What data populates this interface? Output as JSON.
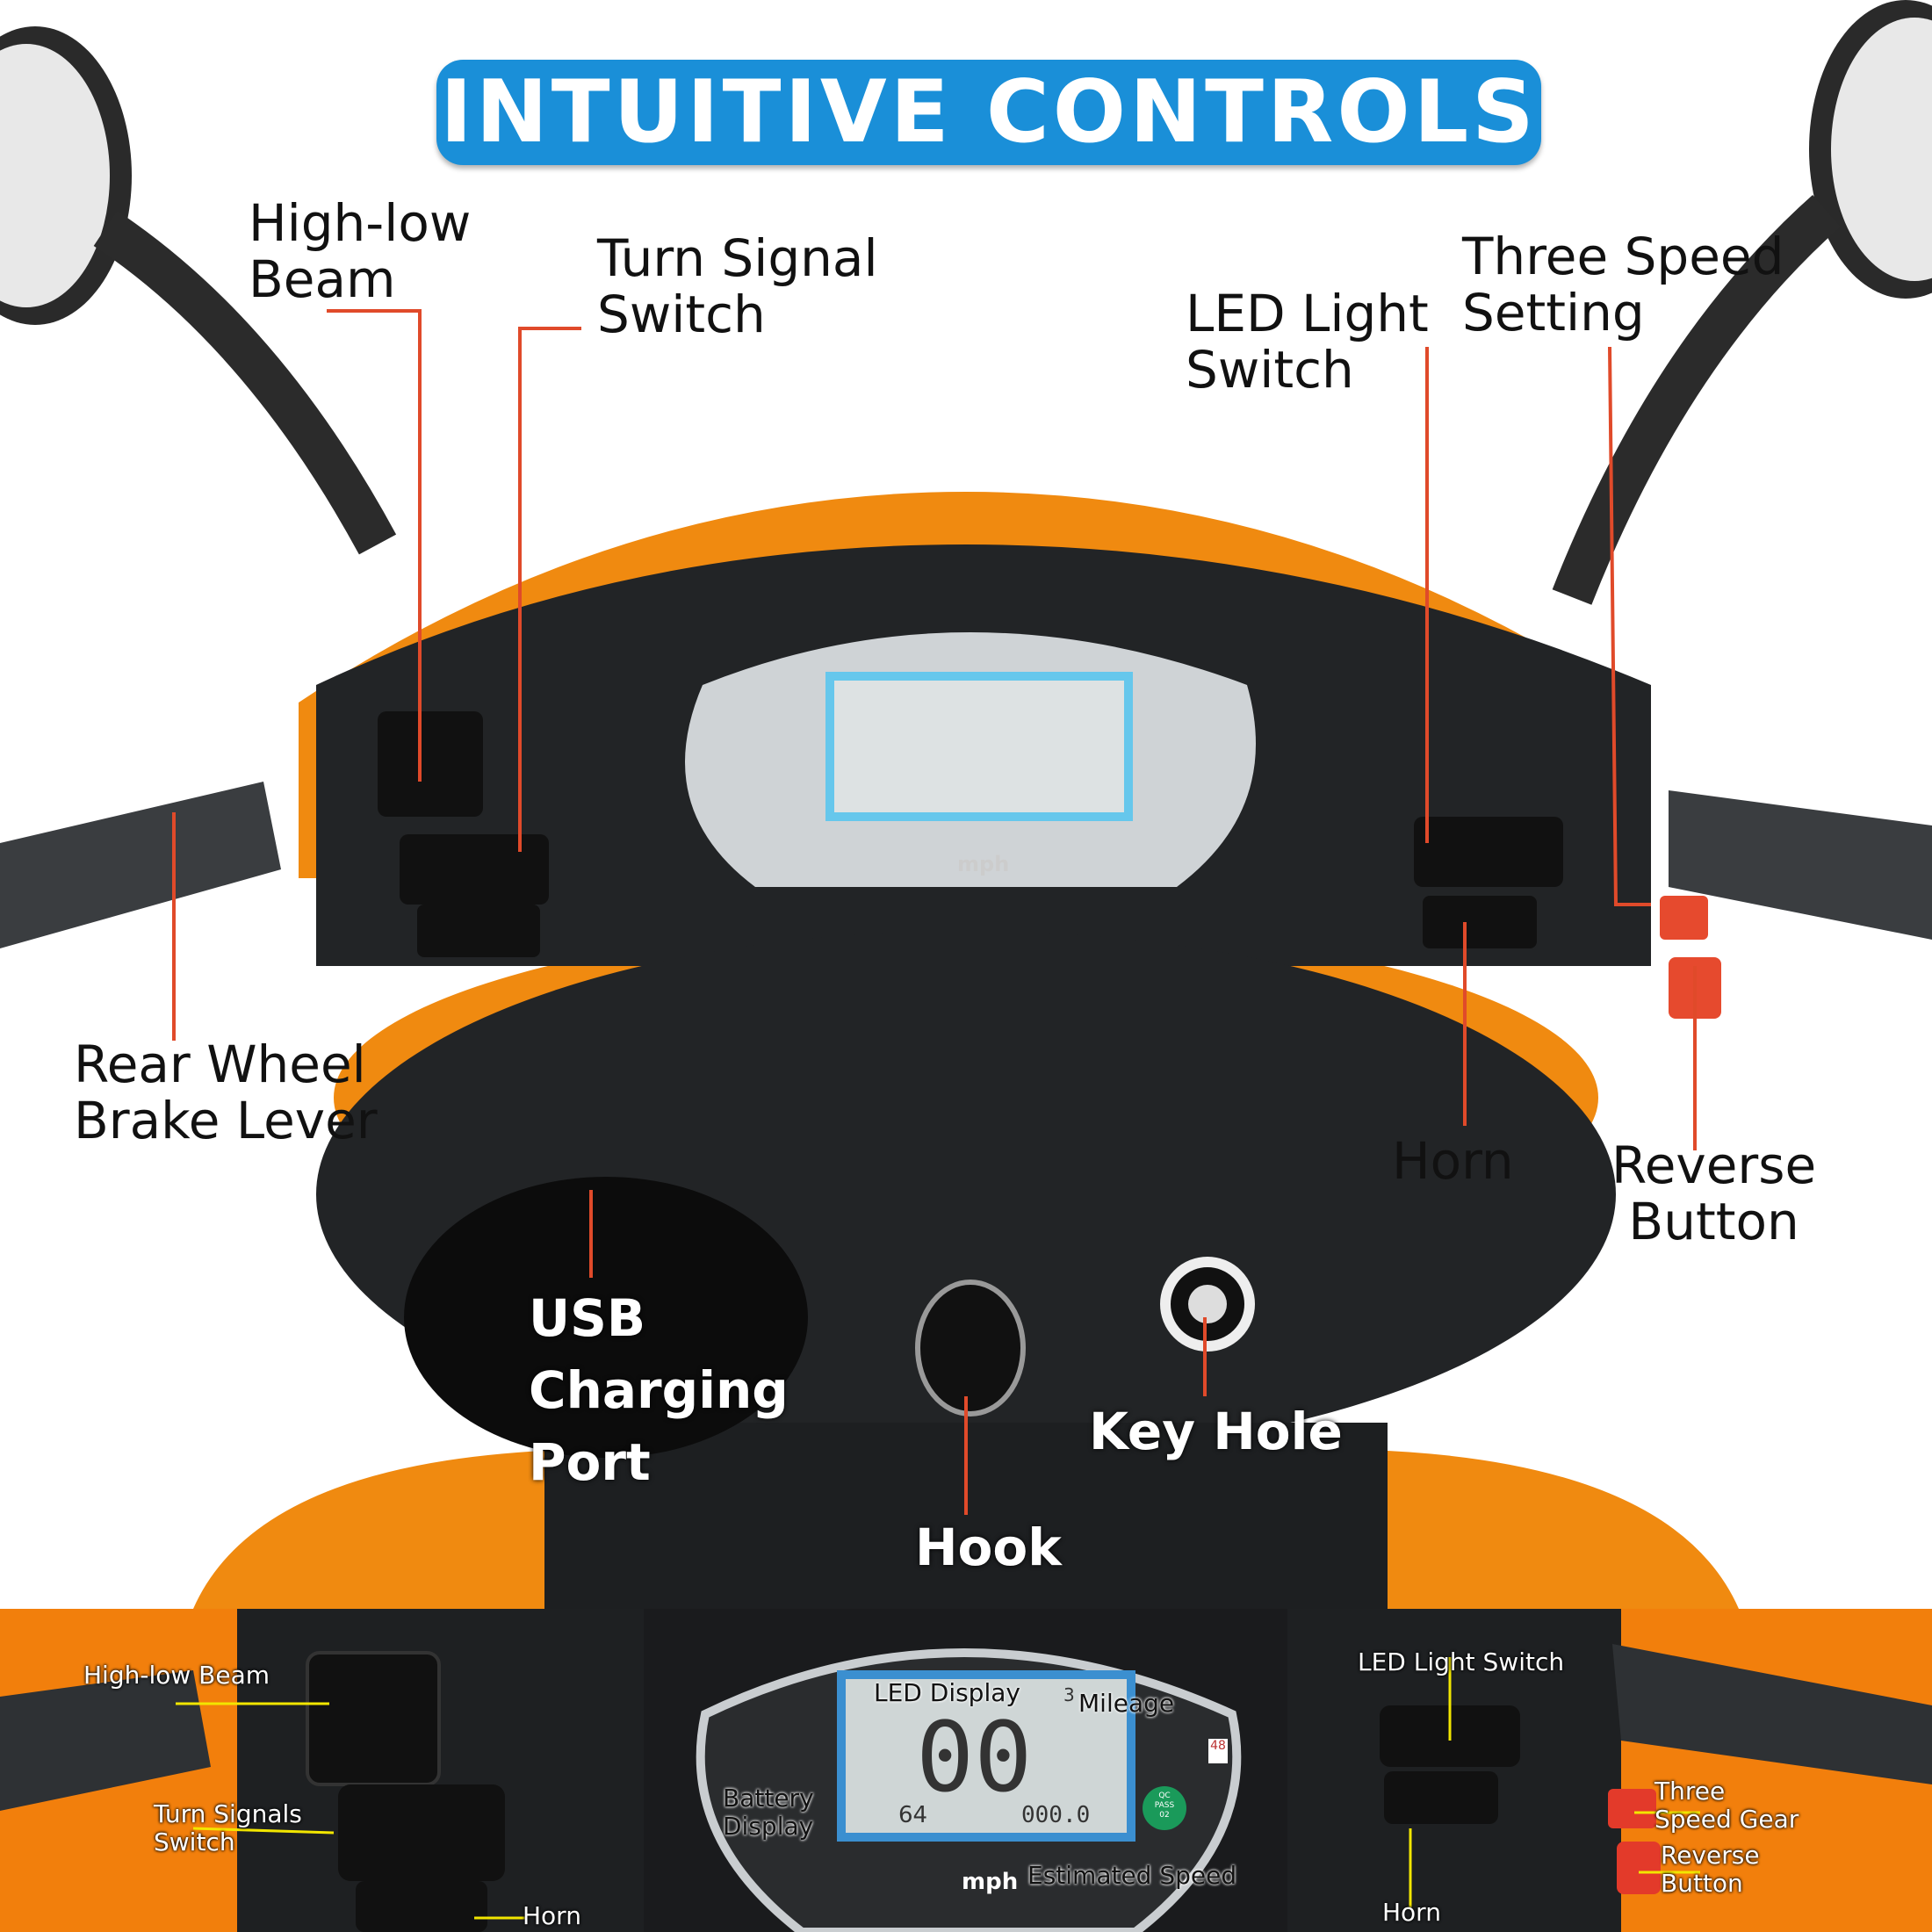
{
  "title": "INTUITIVE CONTROLS",
  "colors": {
    "title_bg": "#1a8fd8",
    "leader_line": "#e04a2a",
    "body": "#f08a10",
    "dashboard": "#222426",
    "callout_line": "#f2e600"
  },
  "main_labels": {
    "high_low_beam": "High-low\nBeam",
    "turn_signal_switch": "Turn Signal\nSwitch",
    "led_light_switch": "LED Light\nSwitch",
    "three_speed_setting": "Three Speed\nSetting",
    "rear_wheel_brake_lever": "Rear Wheel\nBrake Lever",
    "horn": "Horn",
    "reverse_button": "Reverse\nButton",
    "usb_charging_port": "USB\nCharging\nPort",
    "key_hole": "Key Hole",
    "hook": "Hook",
    "display_unit": "mph"
  },
  "panels": {
    "left": {
      "high_low_beam": "High-low Beam",
      "turn_signals_switch": "Turn Signals\nSwitch",
      "horn": "Horn"
    },
    "center": {
      "led_display": "LED Display",
      "mileage": "Mileage",
      "battery_display": "Battery\nDisplay",
      "estimated_speed": "Estimated Speed",
      "unit": "mph",
      "speed_readout": "00",
      "battery_value": "64",
      "odometer": "000.0",
      "gear": "3",
      "sticker": "48",
      "qc_badge": "QC\nPASS\n02"
    },
    "right": {
      "led_light_switch": "LED Light Switch",
      "three_speed_gear": "Three\nSpeed Gear",
      "reverse_button": "Reverse\nButton",
      "horn": "Horn"
    }
  }
}
